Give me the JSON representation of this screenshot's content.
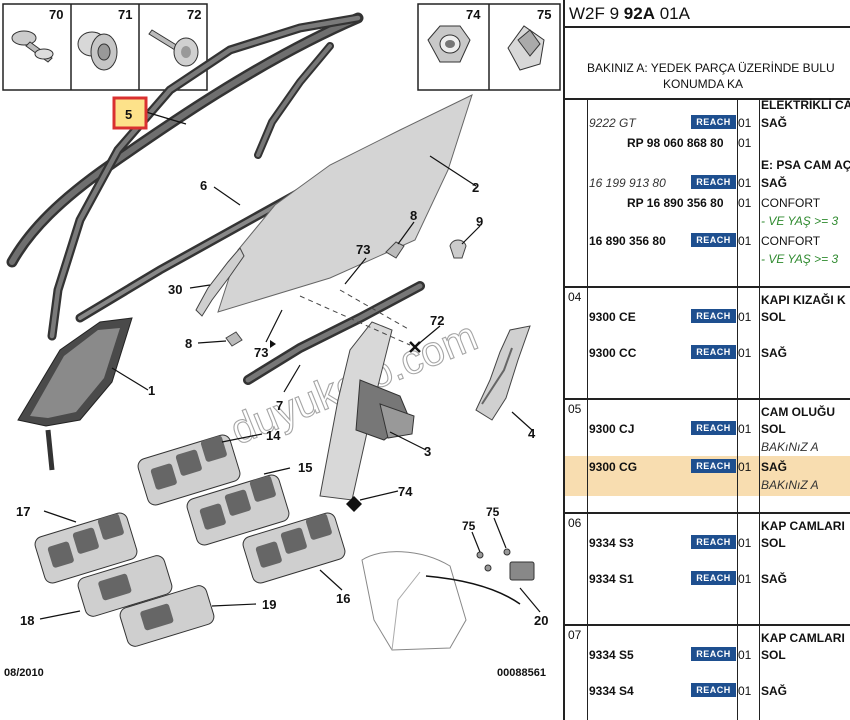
{
  "diagram": {
    "callouts": {
      "c1": "1",
      "c2": "2",
      "c3": "3",
      "c4": "4",
      "c5": "5",
      "c6": "6",
      "c8a": "8",
      "c8b": "8",
      "c9": "9",
      "c14": "14",
      "c15": "15",
      "c16": "16",
      "c17": "17",
      "c18": "18",
      "c19": "19",
      "c20": "20",
      "c30": "30",
      "c72": "72",
      "c73a": "73",
      "c73b": "73",
      "c74": "74",
      "c75": "75",
      "c7": "7"
    },
    "fasteners": [
      "70",
      "71",
      "72",
      "74",
      "75"
    ],
    "footer_date": "08/2010",
    "footer_ref": "00088561",
    "watermark": "duyukoto.com",
    "highlight_color": "#d93030"
  },
  "table": {
    "ref_prefix": "W2F 9 ",
    "ref_bold": "92A",
    "ref_suffix": " 01A",
    "note_line1": "BAKINIZ A: YEDEK PARÇA ÜZERİNDE BULU",
    "note_line2": "KONUMDA KA",
    "reach_label": "REACH",
    "groups": [
      {
        "num": "",
        "rows": [
          {
            "pn": "",
            "qty": "",
            "desc": "ELEKTRİKLİ CA",
            "desc_style": "upper"
          },
          {
            "pn": "9222 GT",
            "pn_style": "it",
            "reach": true,
            "qty": "01",
            "desc": "SAĞ",
            "desc_style": "bold"
          },
          {
            "pn": "RP 98 060 868 80",
            "pn_style": "sub",
            "qty": "01",
            "desc": ""
          },
          {
            "pn": "",
            "qty": "",
            "desc": "E: PSA CAM AÇ",
            "desc_style": "upper"
          },
          {
            "pn": "16 199 913 80",
            "pn_style": "it",
            "reach": true,
            "qty": "01",
            "desc": "SAĞ",
            "desc_style": "bold"
          },
          {
            "pn": "RP 16 890 356 80",
            "pn_style": "sub",
            "qty": "01",
            "desc": "CONFORT",
            "desc_style": ""
          },
          {
            "pn": "",
            "qty": "",
            "desc": "- VE YAŞ >= 3",
            "desc_style": "green"
          },
          {
            "pn": "16 890 356 80",
            "pn_style": "bold",
            "reach": true,
            "qty": "01",
            "desc": "CONFORT",
            "desc_style": ""
          },
          {
            "pn": "",
            "qty": "",
            "desc": "- VE YAŞ >= 3",
            "desc_style": "green"
          }
        ]
      },
      {
        "num": "04",
        "rows": [
          {
            "pn": "",
            "qty": "",
            "desc": "KAPI KIZAĞI K",
            "desc_style": "upper"
          },
          {
            "pn": "9300 CE",
            "pn_style": "bold",
            "reach": true,
            "qty": "01",
            "desc": "SOL",
            "desc_style": "bold"
          },
          {
            "pn": "9300 CC",
            "pn_style": "bold",
            "reach": true,
            "qty": "01",
            "desc": "SAĞ",
            "desc_style": "bold"
          }
        ]
      },
      {
        "num": "05",
        "rows": [
          {
            "pn": "",
            "qty": "",
            "desc": "CAM OLUĞU",
            "desc_style": "upper"
          },
          {
            "pn": "9300 CJ",
            "pn_style": "bold",
            "reach": true,
            "qty": "01",
            "desc": "SOL",
            "desc_style": "bold"
          },
          {
            "pn": "",
            "qty": "",
            "desc": "BAKıNıZ A",
            "desc_style": "it"
          },
          {
            "pn": "9300 CG",
            "pn_style": "bold",
            "reach": true,
            "qty": "01",
            "desc": "SAĞ",
            "desc_style": "bold"
          },
          {
            "pn": "",
            "qty": "",
            "desc": "BAKıNıZ A",
            "desc_style": "it"
          }
        ]
      },
      {
        "num": "06",
        "rows": [
          {
            "pn": "",
            "qty": "",
            "desc": "KAP CAMLARI",
            "desc_style": "upper"
          },
          {
            "pn": "9334 S3",
            "pn_style": "bold",
            "reach": true,
            "qty": "01",
            "desc": "SOL",
            "desc_style": "bold"
          },
          {
            "pn": "9334 S1",
            "pn_style": "bold",
            "reach": true,
            "qty": "01",
            "desc": "SAĞ",
            "desc_style": "bold"
          }
        ]
      },
      {
        "num": "07",
        "rows": [
          {
            "pn": "",
            "qty": "",
            "desc": "KAP CAMLARI",
            "desc_style": "upper"
          },
          {
            "pn": "9334 S5",
            "pn_style": "bold",
            "reach": true,
            "qty": "01",
            "desc": "SOL",
            "desc_style": "bold"
          },
          {
            "pn": "9334 S4",
            "pn_style": "bold",
            "reach": true,
            "qty": "01",
            "desc": "SAĞ",
            "desc_style": "bold"
          }
        ]
      }
    ]
  }
}
